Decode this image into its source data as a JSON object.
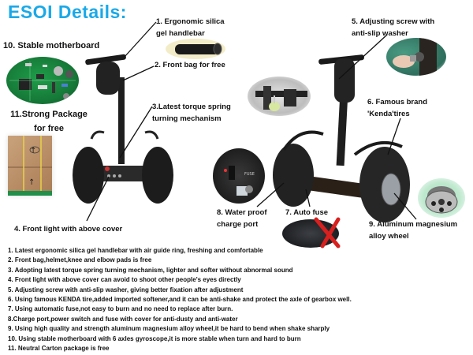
{
  "header": {
    "title": "ESOI Details:",
    "title_color": "#1aa9e8"
  },
  "callouts": {
    "c1": {
      "line1": "1. Ergonomic silica",
      "line2": "gel handlebar"
    },
    "c2": {
      "line1": "2. Front bag for free"
    },
    "c3": {
      "line1": "3.Latest torque spring",
      "line2": "turning mechanism"
    },
    "c4": {
      "line1": "4. Front light with above cover"
    },
    "c5": {
      "line1": "5. Adjusting screw with",
      "line2": "anti-slip washer"
    },
    "c6": {
      "line1": "6. Famous brand",
      "line2": "'Kenda'tires"
    },
    "c7": {
      "line1": "7. Auto fuse"
    },
    "c8": {
      "line1": "8. Water proof",
      "line2": "charge port"
    },
    "c9": {
      "line1": "9. Aluminum magnesium",
      "line2": "alloy wheel"
    },
    "c10": {
      "line1": "10. Stable motherboard"
    },
    "c11": {
      "line1": "11.Strong Package",
      "line2": "for free"
    }
  },
  "images": {
    "motherboard": "motherboard-photo",
    "package": "carton-package-photo",
    "handlebar": "silica-gel-handlebar-photo",
    "scooter_front": "self-balancing-scooter-front-photo",
    "scooter_side": "self-balancing-scooter-side-photo",
    "torque_spring": "torque-spring-mechanism-photo",
    "screw": "adjusting-screw-photo",
    "charge_port": "charge-port-photo",
    "fuse": "old-fuse-crossed-photo",
    "alloy_wheel": "alloy-wheel-photo"
  },
  "features": [
    "1. Latest ergonomic silica gel handlebar with air guide ring, freshing and comfortable",
    "2. Front bag,helmet,knee and elbow pads is free",
    "3. Adopting latest torque spring turning mechanism, lighter and softer without abnormal sound",
    "4. Front light with above cover can avoid to shoot other people's eyes directly",
    "5. Adjusting screw with anti-slip washer, giving better fixation after adjustment",
    "6. Using famous KENDA tire,added imported softener,and it can be anti-shake and protect the axle of gearbox well.",
    "7. Using automatic fuse,not easy to burn and no need to replace after burn.",
    "8.Charge port,power switch and fuse with cover for anti-dusty and anti-water",
    "9. Using high quality and strength aluminum magnesium alloy wheel,it be hard to bend when shake sharply",
    "10. Using stable motherboard with 6 axles gyroscope,it is more stable when turn and hard to burn",
    "11. Neutral Carton package is free"
  ]
}
